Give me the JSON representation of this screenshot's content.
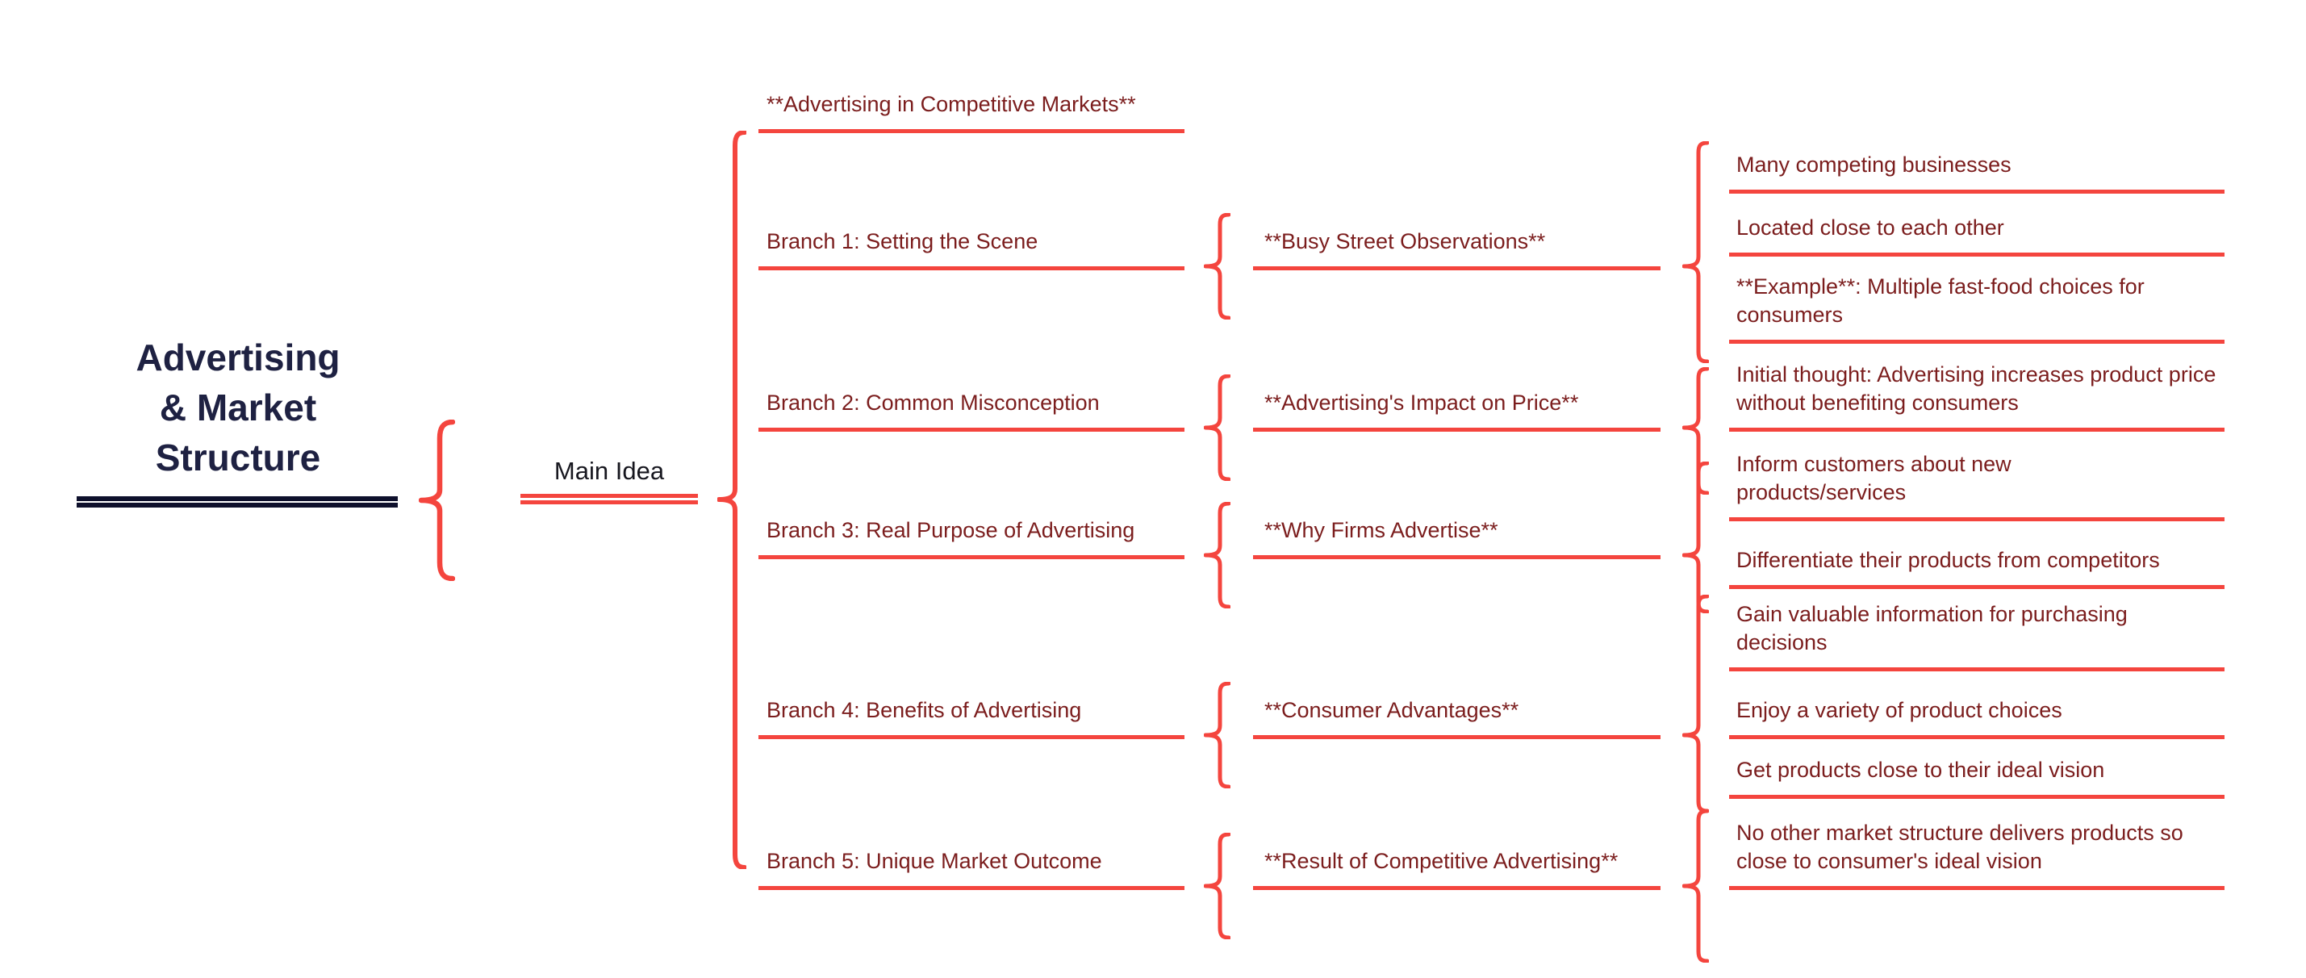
{
  "root": {
    "title_lines": [
      "Advertising",
      "& Market",
      "Structure"
    ]
  },
  "main_idea": {
    "label": "Main Idea"
  },
  "intro": {
    "label": "**Advertising in Competitive Markets**"
  },
  "branches": [
    {
      "label": "Branch 1: Setting the Scene",
      "topic": "**Busy Street Observations**",
      "leaves": [
        "Many competing businesses",
        "Located close to each other",
        "**Example**: Multiple fast-food choices for consumers"
      ]
    },
    {
      "label": "Branch 2: Common Misconception",
      "topic": "**Advertising's Impact on Price**",
      "leaves": [
        "Initial thought: Advertising increases product price without benefiting consumers"
      ]
    },
    {
      "label": "Branch 3: Real Purpose of Advertising",
      "topic": "**Why Firms Advertise**",
      "leaves": [
        "Inform customers about new products/services",
        "Differentiate their products from competitors"
      ]
    },
    {
      "label": "Branch 4: Benefits of Advertising",
      "topic": "**Consumer Advantages**",
      "leaves": [
        "Gain valuable information for purchasing decisions",
        "Enjoy a variety of product choices",
        "Get products close to their ideal vision"
      ]
    },
    {
      "label": "Branch 5: Unique Market Outcome",
      "topic": "**Result of Competitive Advertising**",
      "leaves": [
        "No other market structure delivers products so close to consumer's ideal vision"
      ]
    }
  ],
  "colors": {
    "accent_red": "#f4453e",
    "branch_text_maroon": "#7b1d1d",
    "title_navy": "#1e2142",
    "underline_navy": "#0e102c",
    "main_idea_text": "#17171f"
  }
}
